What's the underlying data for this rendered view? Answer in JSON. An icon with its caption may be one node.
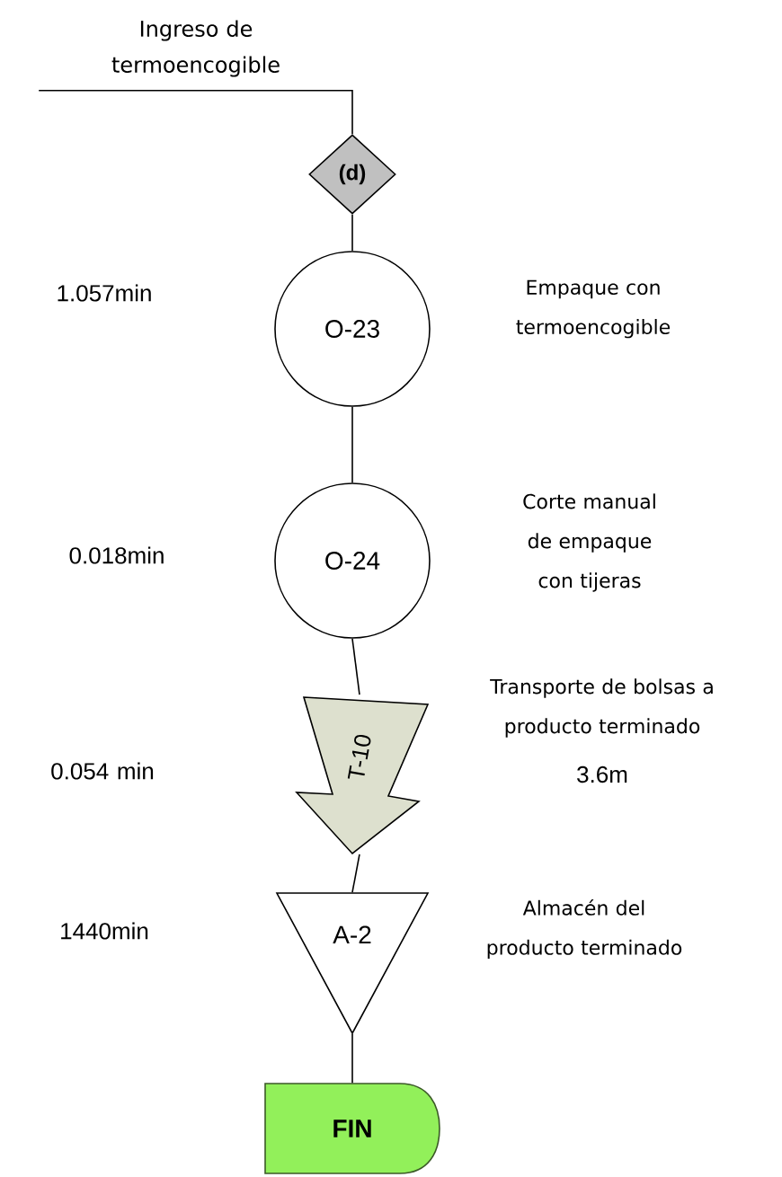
{
  "diagram": {
    "nodes": [
      {
        "text": [
          "Ingreso de termoencogible"
        ]
      },
      {
        "text": [
          "(d)"
        ]
      },
      {
        "text": [
          "O-23"
        ]
      },
      {
        "text": [
          "O-24"
        ]
      },
      {
        "text": [
          "T-10"
        ]
      },
      {
        "text": [
          "A-2"
        ]
      },
      {
        "text": [
          "FIN"
        ]
      }
    ],
    "edges": [
      {
        "from": 0,
        "to": 1,
        "arrow": "none"
      },
      {
        "from": 1,
        "to": 2,
        "arrow": "none"
      },
      {
        "from": 2,
        "to": 3,
        "arrow": "none"
      },
      {
        "from": 3,
        "to": 4,
        "arrow": "none"
      },
      {
        "from": 4,
        "to": 5,
        "arrow": "none"
      },
      {
        "from": 5,
        "to": 6,
        "arrow": "none"
      }
    ],
    "labels": [
      "1.057min",
      "Empaque con termoencogible",
      "Corte manual de empaque con tijeras",
      "0.018min",
      "Transporte de bolsas a producto terminado",
      "0.054 min",
      "3.6m",
      "1440min",
      "Almacén del producto terminado"
    ]
  }
}
